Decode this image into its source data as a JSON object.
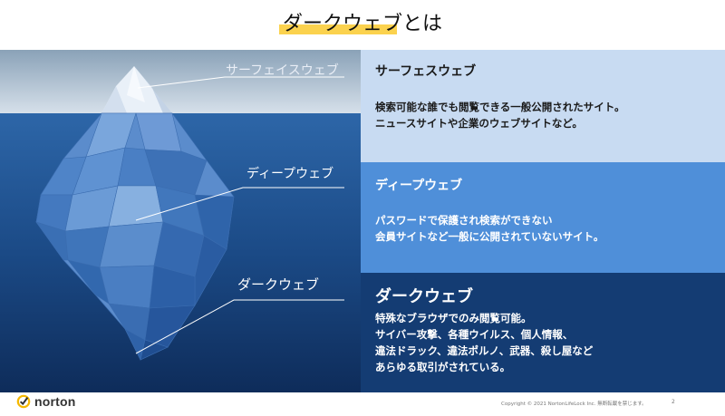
{
  "title": "ダークウェブとは",
  "iceberg_labels": {
    "surface": "サーフェイスウェブ",
    "deep": "ディープウェブ",
    "dark": "ダークウェブ"
  },
  "panels": {
    "surface": {
      "heading": "サーフェスウェブ",
      "lines": [
        "検索可能な誰でも閲覧できる一般公開されたサイト。",
        "ニュースサイトや企業のウェブサイトなど。"
      ]
    },
    "deep": {
      "heading": "ディープウェブ",
      "lines": [
        "パスワードで保護され検索ができない",
        "会員サイトなど一般に公開されていないサイト。"
      ]
    },
    "dark": {
      "heading": "ダークウェブ",
      "lines": [
        "特殊なブラウザでのみ閲覧可能。",
        "サイバー攻撃、各種ウイルス、個人情報、",
        "違法ドラック、違法ポルノ、武器、殺し屋など",
        "あらゆる取引がされている。"
      ]
    }
  },
  "footer": {
    "brand": "norton",
    "copyright": "Copyright © 2021 NortonLifeLock Inc. 無断転載を禁じます。",
    "page_number": "2"
  },
  "colors": {
    "highlight": "#fbd24e",
    "surface_panel": "#c8dbf2",
    "deep_panel": "#4f8fd9",
    "dark_panel": "#143c73",
    "brand_yellow": "#f5b800"
  }
}
